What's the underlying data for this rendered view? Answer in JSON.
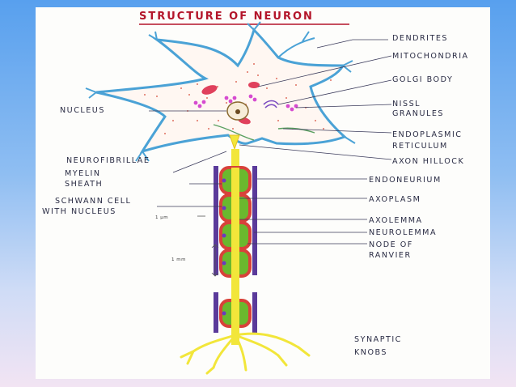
{
  "title": "Structure Of Neuron",
  "labels": {
    "dendrites": "Dendrites",
    "mitochondria": "Mitochondria",
    "golgi_body": "Golgi Body",
    "nucleus": "Nucleus",
    "nissl_1": "Nissl",
    "nissl_2": "Granules",
    "er_1": "Endoplasmic",
    "er_2": "Reticulum",
    "axon_hillock": "Axon Hillock",
    "neurofibrillae": "Neurofibrillae",
    "myelin_1": "Myelin",
    "myelin_2": "Sheath",
    "endoneurium": "Endoneurium",
    "axoplasm": "Axoplasm",
    "schwann_1": "Schwann Cell",
    "schwann_2": "With Nucleus",
    "axolemma": "Axolemma",
    "neurolemma": "Neurolemma",
    "node_1": "Node Of",
    "node_2": "Ranvier",
    "synaptic_1": "Synaptic",
    "synaptic_2": "Knobs",
    "scale_1": "1 μm",
    "scale_2": "1 mm"
  },
  "colors": {
    "cell_outline": "#4aa2d6",
    "cell_stipple": "#e07060",
    "axon": "#f2e63a",
    "myelin_inner": "#6ab82e",
    "myelin_outer": "#d8423a",
    "endoneurium": "#5a3a9a",
    "title": "#b3152a"
  }
}
